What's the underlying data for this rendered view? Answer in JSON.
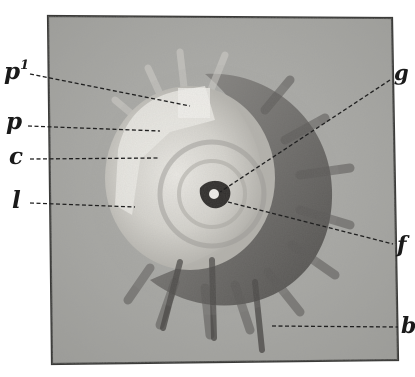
{
  "figure": {
    "labels": [
      {
        "id": "p1",
        "base": "p",
        "sup": "1"
      },
      {
        "id": "p",
        "base": "p",
        "sup": ""
      },
      {
        "id": "c",
        "base": "c",
        "sup": ""
      },
      {
        "id": "l",
        "base": "l",
        "sup": ""
      },
      {
        "id": "g",
        "base": "g",
        "sup": ""
      },
      {
        "id": "f",
        "base": "f",
        "sup": ""
      },
      {
        "id": "b",
        "base": "b",
        "sup": ""
      }
    ],
    "colors": {
      "background": "#ffffff",
      "stone": "#a9a9a5",
      "stone_dark": "#6b6b68",
      "fossil_light": "#e4e2dc",
      "fossil_dark": "#3b3937",
      "ink": "#1a1a1a"
    }
  }
}
